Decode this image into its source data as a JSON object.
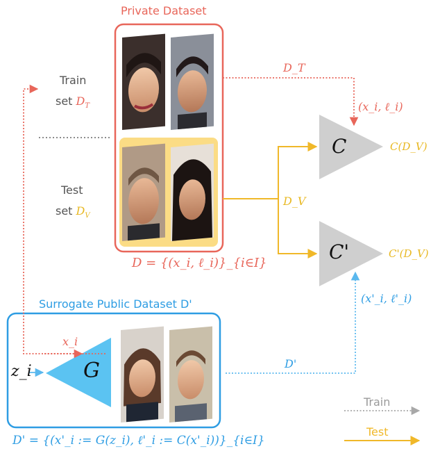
{
  "colors": {
    "private": "#e8665a",
    "test": "#f0b829",
    "test_fill": "#fbdc85",
    "public": "#2e9de3",
    "public_arrow": "#5ab8ee",
    "classifier": "#cfcfcf",
    "generator": "#5bc3f2",
    "train_arrow": "#a8a8a8"
  },
  "private_dataset": {
    "title": "Private Dataset",
    "train_label": "Train",
    "train_set_prefix": "set",
    "train_set_symbol": "D",
    "train_set_sub": "T",
    "test_label": "Test",
    "test_set_prefix": "set",
    "test_set_symbol": "D",
    "test_set_sub": "V",
    "definition": "D = {(x_i, ℓ_i)}_{i∈I}",
    "ellipsis": "..................."
  },
  "flows": {
    "train_to_C": "D_T",
    "sample_label_private": "(x_i, ℓ_i)",
    "test_to_classifiers": "D_V",
    "public_to_Cprime": "D'",
    "sample_label_public": "(x'_i, ℓ'_i)",
    "to_generator": "x_i",
    "latent_input": "z_i"
  },
  "classifiers": {
    "C": {
      "symbol": "C",
      "output": "C(D_V)"
    },
    "C_prime": {
      "symbol": "C'",
      "output": "C'(D_V)"
    }
  },
  "public_dataset": {
    "title": "Surrogate Public Dataset D'",
    "generator_symbol": "G",
    "definition": "D' = {(x'_i := G(z_i), ℓ'_i := C(x'_i))}_{i∈I}"
  },
  "legend": {
    "train_label": "Train",
    "test_label": "Test"
  }
}
